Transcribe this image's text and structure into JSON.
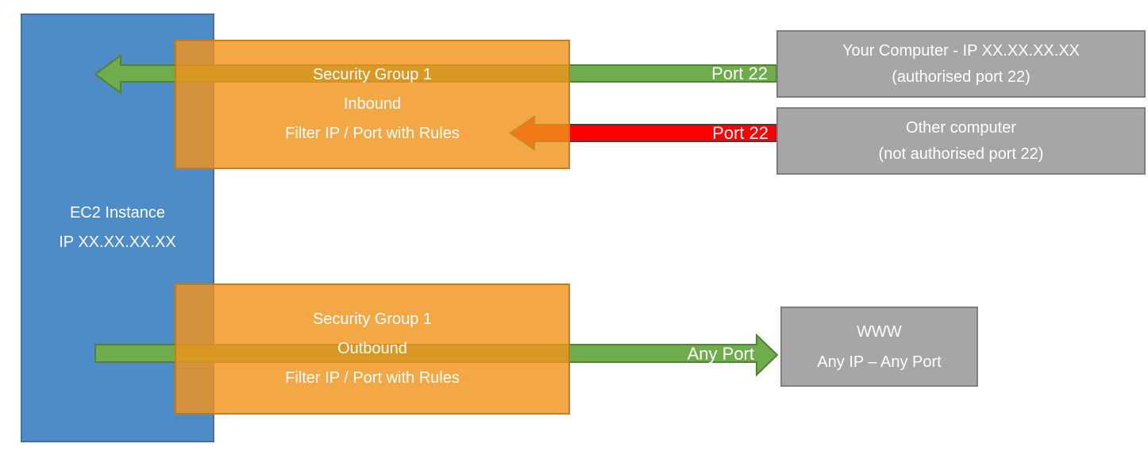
{
  "diagram": {
    "ec2": {
      "line1": "EC2 Instance",
      "line2": "IP XX.XX.XX.XX"
    },
    "sg_inbound": {
      "line1": "Security Group 1",
      "line2": "Inbound",
      "line3": "Filter IP / Port with Rules"
    },
    "sg_outbound": {
      "line1": "Security Group 1",
      "line2": "Outbound",
      "line3": "Filter IP / Port with Rules"
    },
    "your_computer": {
      "line1": "Your Computer - IP XX.XX.XX.XX",
      "line2": "(authorised port 22)"
    },
    "other_computer": {
      "line1": "Other computer",
      "line2": "(not authorised port 22)"
    },
    "www": {
      "line1": "WWW",
      "line2": "Any IP – Any Port"
    },
    "labels": {
      "inbound_allowed": "Port 22",
      "inbound_blocked": "Port 22",
      "outbound": "Any Port"
    },
    "colors": {
      "ec2_fill": "#4E8CC8",
      "ec2_border": "#41719C",
      "security_group_fill": "#F3A747",
      "security_group_border": "#C87E28",
      "allowed_arrow_fill": "#6FAC4B",
      "allowed_arrow_border": "#538135",
      "blocked_arrow_fill": "#FF0000",
      "blocked_arrow_border": "#3F3F3F",
      "endpoint_fill": "#A6A6A6",
      "endpoint_border": "#7F7F7F",
      "text": "#FFFFFF"
    }
  }
}
